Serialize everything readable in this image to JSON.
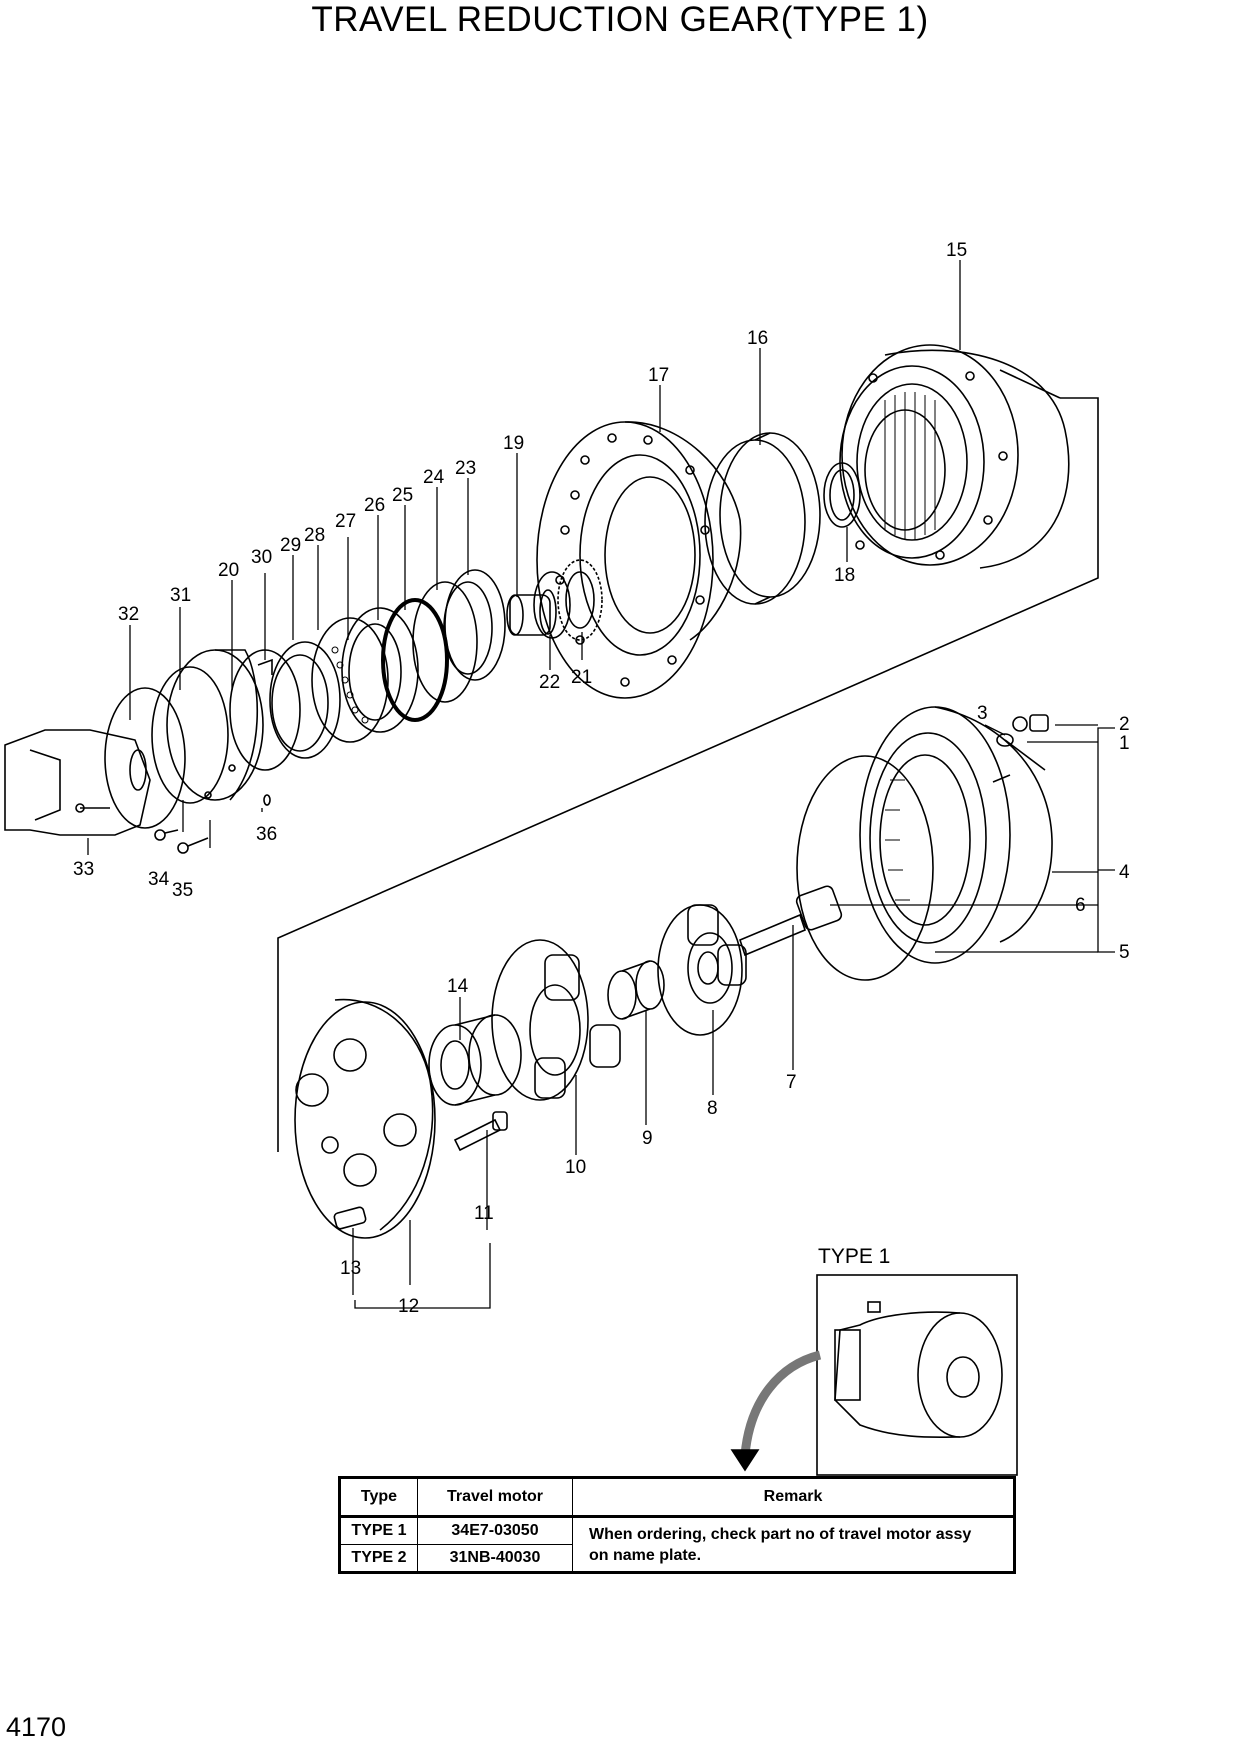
{
  "title": "TRAVEL REDUCTION GEAR(TYPE 1)",
  "page_number": "4170",
  "callouts": [
    {
      "id": "c1",
      "text": "1"
    },
    {
      "id": "c2",
      "text": "2"
    },
    {
      "id": "c3",
      "text": "3"
    },
    {
      "id": "c4",
      "text": "4"
    },
    {
      "id": "c5",
      "text": "5"
    },
    {
      "id": "c6",
      "text": "6"
    },
    {
      "id": "c7",
      "text": "7"
    },
    {
      "id": "c8",
      "text": "8"
    },
    {
      "id": "c9",
      "text": "9"
    },
    {
      "id": "c10",
      "text": "10"
    },
    {
      "id": "c11",
      "text": "11"
    },
    {
      "id": "c12",
      "text": "12"
    },
    {
      "id": "c13",
      "text": "13"
    },
    {
      "id": "c14",
      "text": "14"
    },
    {
      "id": "c15",
      "text": "15"
    },
    {
      "id": "c16",
      "text": "16"
    },
    {
      "id": "c17",
      "text": "17"
    },
    {
      "id": "c18",
      "text": "18"
    },
    {
      "id": "c19",
      "text": "19"
    },
    {
      "id": "c20",
      "text": "20"
    },
    {
      "id": "c21",
      "text": "21"
    },
    {
      "id": "c22",
      "text": "22"
    },
    {
      "id": "c23",
      "text": "23"
    },
    {
      "id": "c24",
      "text": "24"
    },
    {
      "id": "c25",
      "text": "25"
    },
    {
      "id": "c26",
      "text": "26"
    },
    {
      "id": "c27",
      "text": "27"
    },
    {
      "id": "c28",
      "text": "28"
    },
    {
      "id": "c29",
      "text": "29"
    },
    {
      "id": "c30",
      "text": "30"
    },
    {
      "id": "c31",
      "text": "31"
    },
    {
      "id": "c32",
      "text": "32"
    },
    {
      "id": "c33",
      "text": "33"
    },
    {
      "id": "c34",
      "text": "34"
    },
    {
      "id": "c35",
      "text": "35"
    },
    {
      "id": "c36",
      "text": "36"
    }
  ],
  "inset": {
    "label": "TYPE 1"
  },
  "table": {
    "headers": [
      "Type",
      "Travel motor",
      "Remark"
    ],
    "rows": [
      {
        "type": "TYPE 1",
        "motor": "34E7-03050"
      },
      {
        "type": "TYPE 2",
        "motor": "31NB-40030"
      }
    ],
    "remark_line1": "When ordering, check part no of travel motor assy",
    "remark_line2": "on name plate."
  }
}
